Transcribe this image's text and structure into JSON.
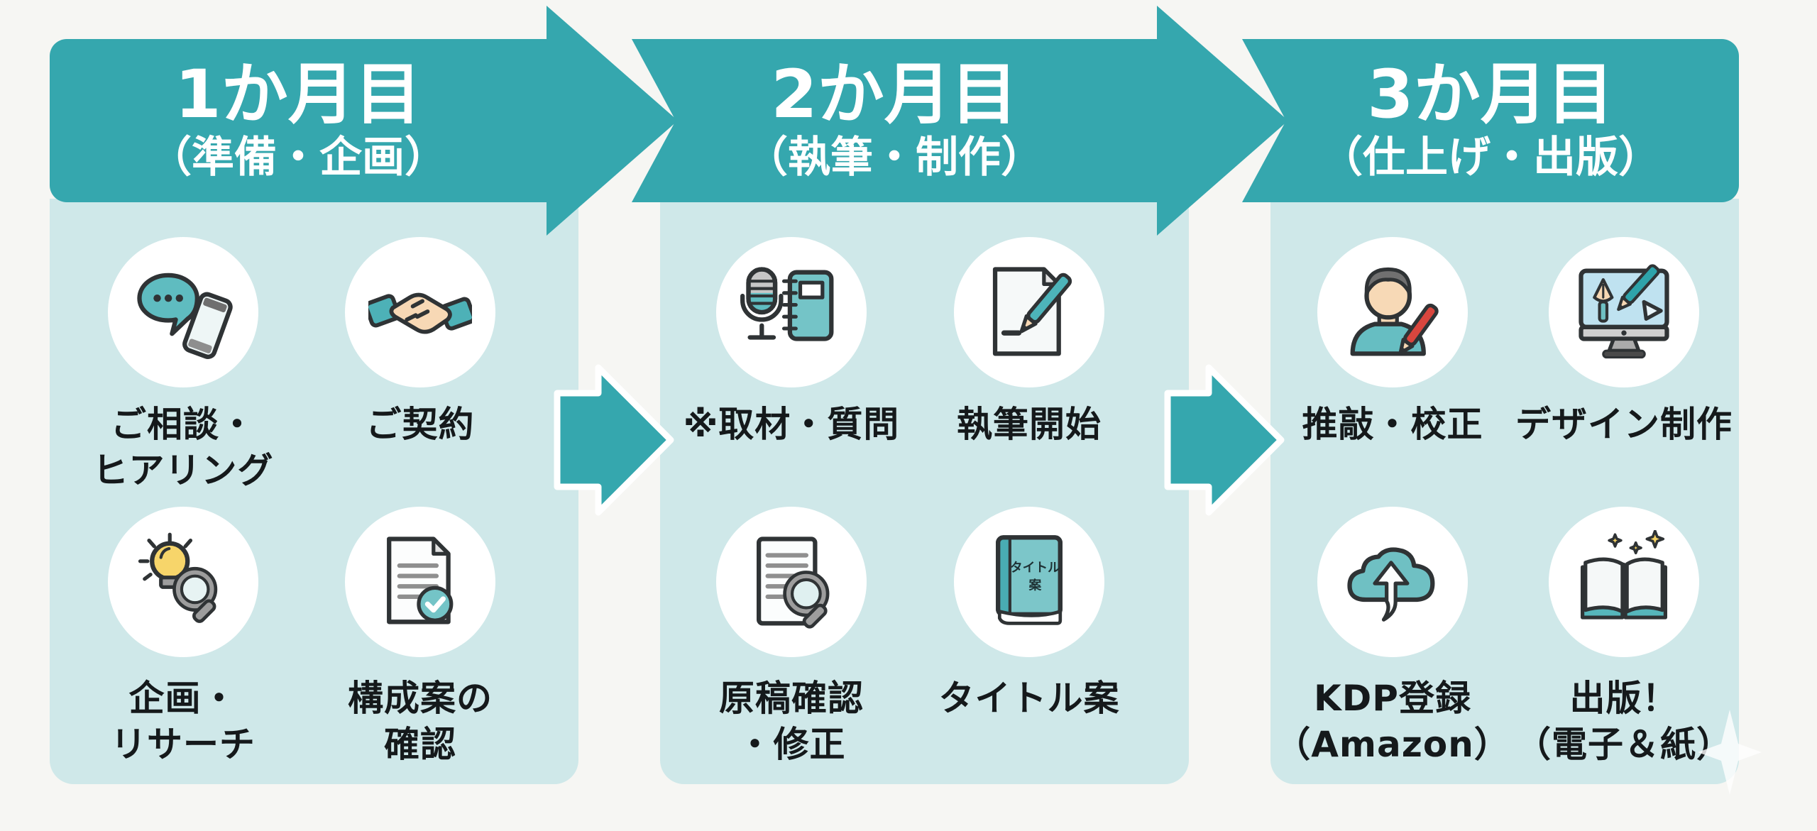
{
  "colors": {
    "teal": "#35a7ae",
    "panel": "#cfe8e9",
    "icon-teal": "#6fc0c3",
    "yellow": "#f6d464",
    "red": "#d9463e",
    "ink": "#15191b",
    "bg": "#f6f6f3"
  },
  "columns": [
    {
      "title": "1か月目",
      "subtitle": "（準備・企画）",
      "items": [
        {
          "icon": "chat-phone-icon",
          "label_lines": [
            "ご相談・",
            "ヒアリング"
          ]
        },
        {
          "icon": "handshake-icon",
          "label_lines": [
            "ご契約"
          ]
        },
        {
          "icon": "lightbulb-magnifier-icon",
          "label_lines": [
            "企画・",
            "リサーチ"
          ]
        },
        {
          "icon": "document-check-icon",
          "label_lines": [
            "構成案の",
            "確認"
          ]
        }
      ]
    },
    {
      "title": "2か月目",
      "subtitle": "（執筆・制作）",
      "items": [
        {
          "icon": "microphone-notebook-icon",
          "label_lines": [
            "※取材・質問"
          ]
        },
        {
          "icon": "paper-pen-icon",
          "label_lines": [
            "執筆開始"
          ]
        },
        {
          "icon": "manuscript-magnifier-icon",
          "label_lines": [
            "原稿確認",
            "・修正"
          ]
        },
        {
          "icon": "title-book-icon",
          "label_lines": [
            "タイトル案"
          ],
          "icon_text_lines": [
            "タイトル",
            "案"
          ]
        }
      ]
    },
    {
      "title": "3か月目",
      "subtitle": "（仕上げ・出版）",
      "items": [
        {
          "icon": "person-pen-icon",
          "label_lines": [
            "推敲・校正"
          ]
        },
        {
          "icon": "design-monitor-icon",
          "label_lines": [
            "デザイン制作"
          ]
        },
        {
          "icon": "cloud-upload-icon",
          "label_lines": [
            "KDP登録",
            "（Amazon）"
          ]
        },
        {
          "icon": "open-book-sparkles-icon",
          "label_lines": [
            "出版！",
            "（電子＆紙）"
          ]
        }
      ]
    }
  ]
}
